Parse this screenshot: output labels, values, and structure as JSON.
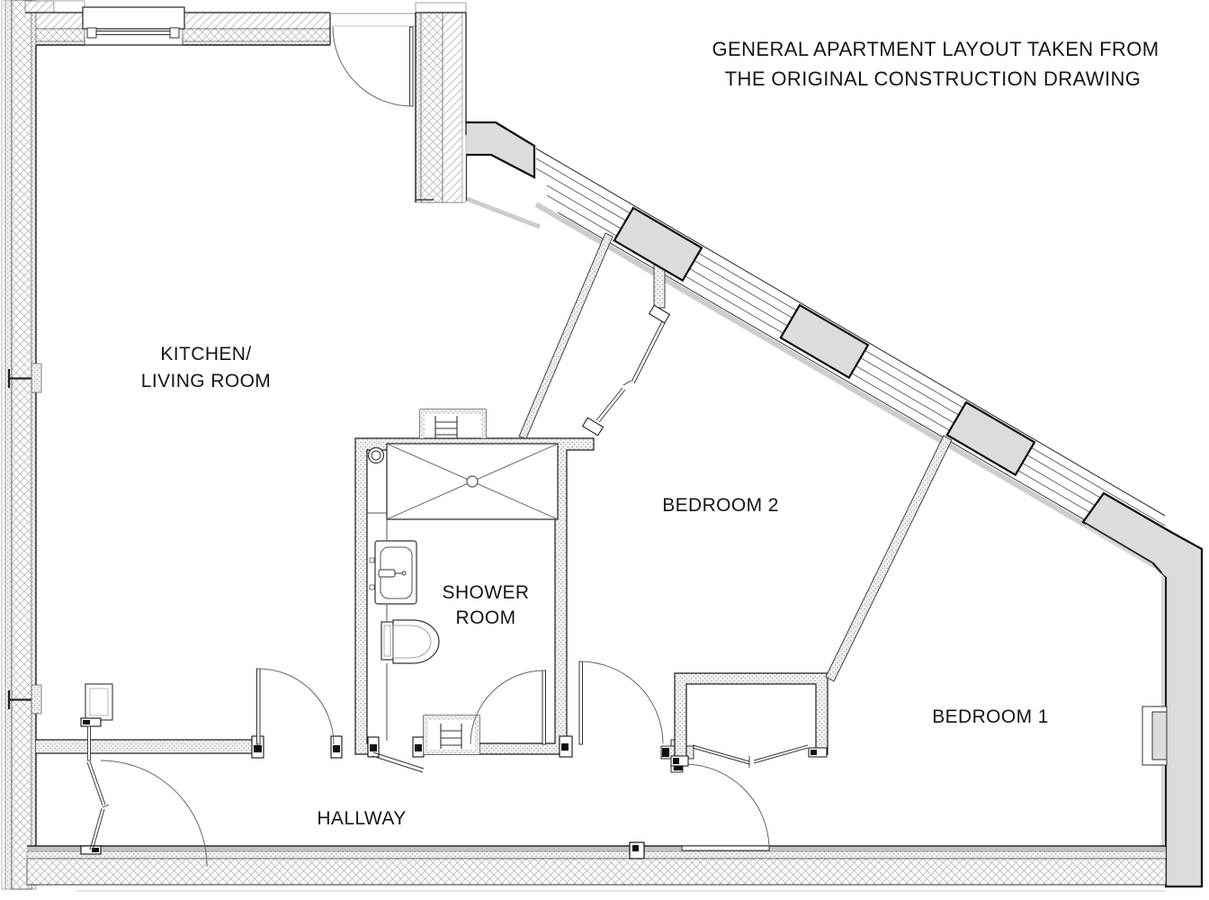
{
  "title": {
    "line1": "GENERAL APARTMENT LAYOUT TAKEN FROM",
    "line2": "THE ORIGINAL CONSTRUCTION DRAWING"
  },
  "rooms": {
    "kitchen_living": {
      "line1": "KITCHEN/",
      "line2": "LIVING ROOM"
    },
    "bedroom2": {
      "label": "BEDROOM 2"
    },
    "shower": {
      "line1": "SHOWER",
      "line2": "ROOM"
    },
    "bedroom1": {
      "label": "BEDROOM 1"
    },
    "hallway": {
      "label": "HALLWAY"
    }
  },
  "fixtures": {
    "shower_tray": "shower-tray",
    "floor_drain": "floor-drain",
    "basin": "wash-basin",
    "toilet": "toilet",
    "riser_top": "service-riser-ladder",
    "riser_bottom": "service-riser-ladder"
  },
  "colors": {
    "pier_fill": "#dcdcdc",
    "hatch_line": "#adadad",
    "wall_line": "#1c1c1c",
    "liner_gray": "#cdcdcd",
    "background": "#ffffff"
  }
}
